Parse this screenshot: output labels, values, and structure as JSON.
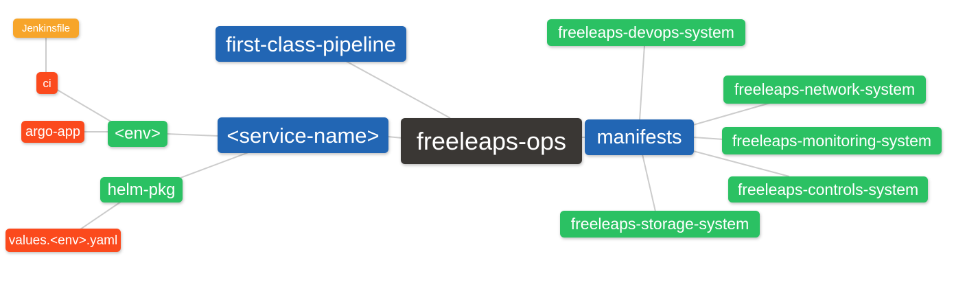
{
  "diagram": {
    "edge_color": "#cccccc",
    "colors": {
      "blue": "#2266b4",
      "green": "#2bc163",
      "red": "#fb4a1d",
      "orange": "#f7a52a",
      "dark": "#3a3734",
      "text": "#ffffff"
    },
    "nodes": {
      "root": {
        "label": "freeleaps-ops"
      },
      "pipeline": {
        "label": "first-class-pipeline"
      },
      "service": {
        "label": "<service-name>"
      },
      "env": {
        "label": "<env>"
      },
      "ci": {
        "label": "ci"
      },
      "jenkinsfile": {
        "label": "Jenkinsfile"
      },
      "argo_app": {
        "label": "argo-app"
      },
      "helm_pkg": {
        "label": "helm-pkg"
      },
      "values_yaml": {
        "label": "values.<env>.yaml"
      },
      "manifests": {
        "label": "manifests"
      },
      "devops_system": {
        "label": "freeleaps-devops-system"
      },
      "network_system": {
        "label": "freeleaps-network-system"
      },
      "monitoring_system": {
        "label": "freeleaps-monitoring-system"
      },
      "controls_system": {
        "label": "freeleaps-controls-system"
      },
      "storage_system": {
        "label": "freeleaps-storage-system"
      }
    }
  }
}
